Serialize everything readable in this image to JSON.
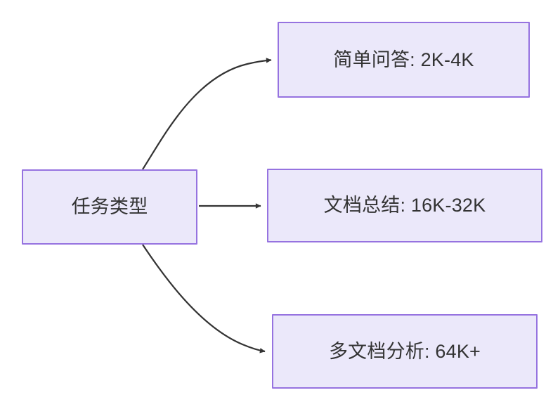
{
  "diagram": {
    "type": "flowchart",
    "direction": "left-to-right",
    "background_color": "#ffffff",
    "node_fill_color": "#ebe8fa",
    "node_border_color": "#9673e0",
    "node_text_color": "#333333",
    "edge_color": "#333333",
    "root": {
      "id": "root",
      "label": "任务类型"
    },
    "branches": [
      {
        "id": "simple-qa",
        "label": "简单问答: 2K-4K",
        "task": "简单问答",
        "context_length": "2K-4K",
        "edge_style": "curved-up"
      },
      {
        "id": "doc-summary",
        "label": "文档总结: 16K-32K",
        "task": "文档总结",
        "context_length": "16K-32K",
        "edge_style": "straight"
      },
      {
        "id": "multi-doc",
        "label": "多文档分析: 64K+",
        "task": "多文档分析",
        "context_length": "64K+",
        "edge_style": "curved-down"
      }
    ],
    "edges": [
      {
        "id": "edge-root-simple-qa",
        "from": "任务类型",
        "to": "简单问答: 2K-4K",
        "arrow": "arrowhead-icon"
      },
      {
        "id": "edge-root-doc-summary",
        "from": "任务类型",
        "to": "文档总结: 16K-32K",
        "arrow": "arrowhead-icon"
      },
      {
        "id": "edge-root-multi-doc",
        "from": "任务类型",
        "to": "多文档分析: 64K+",
        "arrow": "arrowhead-icon"
      }
    ]
  }
}
